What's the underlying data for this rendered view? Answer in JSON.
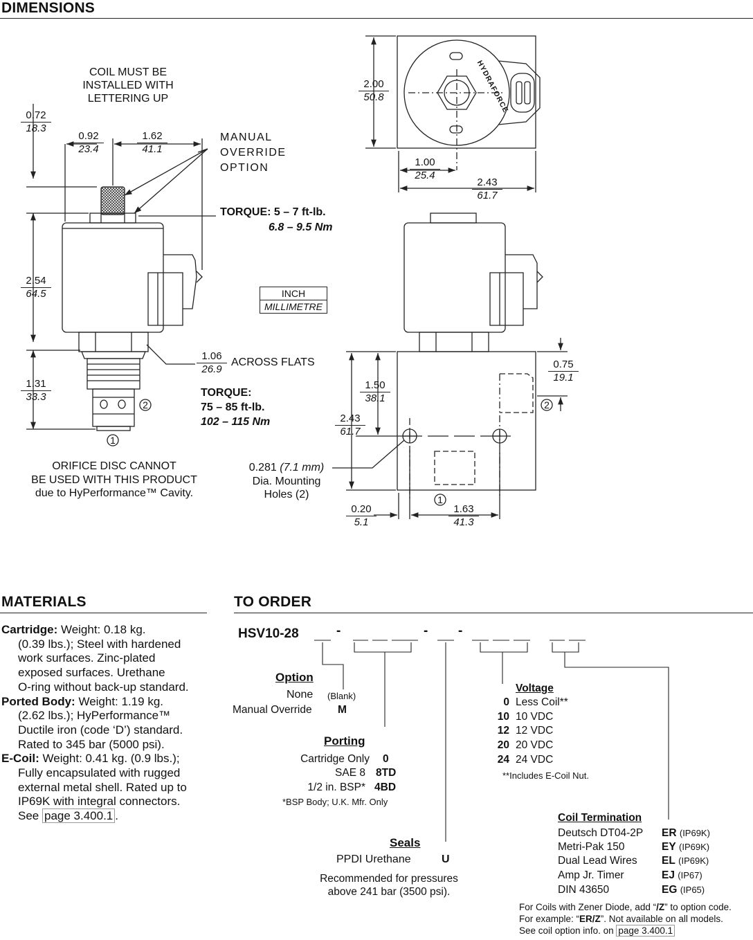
{
  "sections": {
    "dimensions": "DIMENSIONS",
    "materials": "MATERIALS",
    "to_order": "TO ORDER"
  },
  "drawing": {
    "coil_note": [
      "COIL MUST BE",
      "INSTALLED WITH",
      "LETTERING UP"
    ],
    "manual_override": [
      "MANUAL",
      "OVERRIDE",
      "OPTION"
    ],
    "torque_nut_label": "TORQUE: 5 – 7 ft-lb.",
    "torque_nut_metric": "6.8 – 9.5 Nm",
    "unit_key_top": "INCH",
    "unit_key_bottom": "MILLIMETRE",
    "across_flats": "ACROSS FLATS",
    "torque_body_label": "TORQUE:",
    "torque_body_imperial": "75 – 85 ft-lb.",
    "torque_body_metric": "102 – 115 Nm",
    "orifice_note": [
      "ORIFICE DISC CANNOT",
      "BE USED WITH THIS PRODUCT",
      "due to HyPerformance™ Cavity."
    ],
    "mounting_hole_value": "0.281",
    "mounting_hole_mm": "(7.1 mm)",
    "mounting_hole_text": [
      "Dia. Mounting",
      "Holes (2)"
    ],
    "brand": "HYDRAFORCE",
    "port1": "1",
    "port2": "2",
    "dims": {
      "d072": [
        "0.72",
        "18.3"
      ],
      "d092": [
        "0.92",
        "23.4"
      ],
      "d162": [
        "1.62",
        "41.1"
      ],
      "d254": [
        "2.54",
        "64.5"
      ],
      "d131": [
        "1.31",
        "33.3"
      ],
      "d106": [
        "1.06",
        "26.9"
      ],
      "d200": [
        "2.00",
        "50.8"
      ],
      "d100": [
        "1.00",
        "25.4"
      ],
      "d243top": [
        "2.43",
        "61.7"
      ],
      "d150": [
        "1.50",
        "38.1"
      ],
      "d243side": [
        "2.43",
        "61.7"
      ],
      "d075": [
        "0.75",
        "19.1"
      ],
      "d020": [
        "0.20",
        "5.1"
      ],
      "d163": [
        "1.63",
        "41.3"
      ]
    }
  },
  "materials": {
    "cartridge_label": "Cartridge:",
    "cartridge_lines": [
      " Weight: 0.18 kg.",
      "(0.39 lbs.); Steel with hardened",
      "work surfaces. Zinc-plated",
      "exposed surfaces. Urethane",
      "O-ring without back-up standard."
    ],
    "body_label": "Ported Body:",
    "body_lines": [
      " Weight: 1.19 kg.",
      "(2.62 lbs.); HyPerformance™",
      "Ductile iron (code ‘D’) standard.",
      "Rated to 345 bar (5000 psi)."
    ],
    "coil_label": "E-Coil:",
    "coil_lines": [
      " Weight: 0.41 kg. (0.9 lbs.);",
      "Fully encapsulated with rugged",
      "external metal shell. Rated up to",
      "IP69K with integral connectors."
    ],
    "see": "See ",
    "see_link": "page 3.400.1",
    "see_end": "."
  },
  "order": {
    "model": "HSV10-28",
    "option_title": "Option",
    "option_none": "None",
    "option_none_code": "(Blank)",
    "option_mo": "Manual Override",
    "option_mo_code": "M",
    "porting_title": "Porting",
    "porting": [
      {
        "label": "Cartridge Only",
        "code": "0"
      },
      {
        "label": "SAE 8",
        "code": "8TD"
      },
      {
        "label": "1/2 in. BSP*",
        "code": "4BD"
      }
    ],
    "porting_note": "*BSP Body; U.K. Mfr. Only",
    "seals_title": "Seals",
    "seals_label": "PPDI Urethane",
    "seals_code": "U",
    "seals_note": [
      "Recommended for pressures",
      "above 241 bar (3500 psi)."
    ],
    "voltage_title": "Voltage",
    "voltage": [
      {
        "code": "0",
        "label": "Less Coil**"
      },
      {
        "code": "10",
        "label": "10 VDC"
      },
      {
        "code": "12",
        "label": "12 VDC"
      },
      {
        "code": "20",
        "label": "20 VDC"
      },
      {
        "code": "24",
        "label": "24 VDC"
      }
    ],
    "voltage_note": "**Includes E-Coil Nut.",
    "coil_term_title": "Coil Termination",
    "coil_term": [
      {
        "label": "Deutsch DT04-2P",
        "code": "ER",
        "rating": "(IP69K)"
      },
      {
        "label": "Metri-Pak 150",
        "code": "EY",
        "rating": "(IP69K)"
      },
      {
        "label": "Dual Lead Wires",
        "code": "EL",
        "rating": "(IP69K)"
      },
      {
        "label": "Amp Jr. Timer",
        "code": "EJ",
        "rating": "(IP67)"
      },
      {
        "label": "DIN 43650",
        "code": "EG",
        "rating": "(IP65)"
      }
    ],
    "zener_line1_a": "For Coils with Zener Diode, add “",
    "zener_line1_b": "/Z",
    "zener_line1_c": "” to option code.",
    "zener_line2_a": "For example: “",
    "zener_line2_b": "ER/Z",
    "zener_line2_c": "”. Not available on all models.",
    "zener_line3_a": "See coil option info. on ",
    "zener_line3_link": "page 3.400.1"
  }
}
